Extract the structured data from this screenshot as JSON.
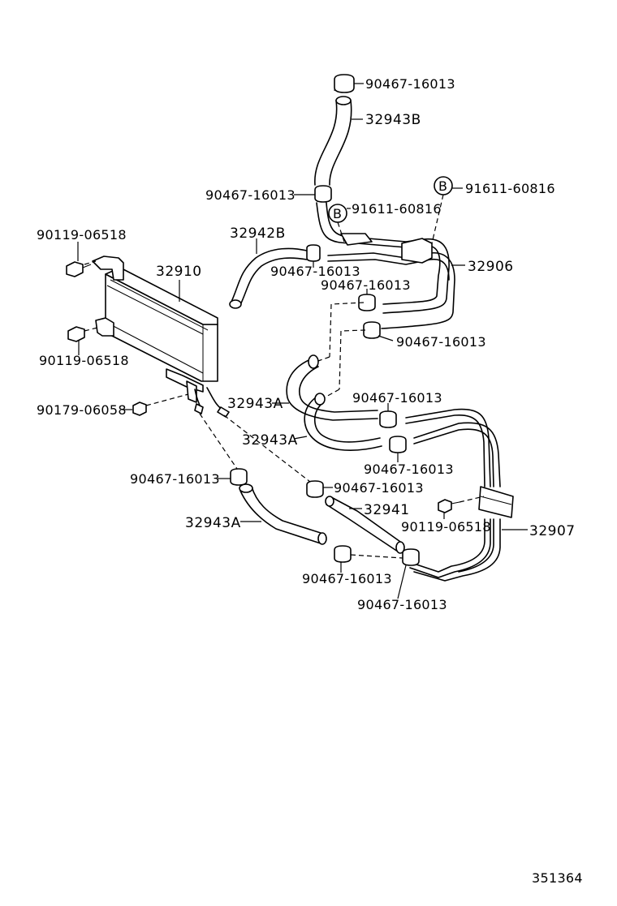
{
  "labels": {
    "clamp_top": "90467-16013",
    "hose_32943B": "32943B",
    "clamp_32943B_bottom": "90467-16013",
    "bolt_B_right": "91611-60816",
    "bolt_B_left": "91611-60816",
    "bolt_B_letter": "B",
    "hose_32942B": "32942B",
    "clamp_32942B": "90467-16013",
    "pipe_32906": "32906",
    "clamp_upper_mid": "90467-16013",
    "clamp_right_mid": "90467-16013",
    "bolt_upper_left": "90119-06518",
    "cooler_32910": "32910",
    "bolt_lower_left": "90119-06518",
    "plug_90179": "90179-06058",
    "hose_32943A_1": "32943A",
    "clamp_center": "90467-16013",
    "hose_32943A_2": "32943A",
    "clamp_center_low": "90467-16013",
    "clamp_left": "90467-16013",
    "clamp_mid_low": "90467-16013",
    "hose_32941": "32941",
    "bolt_right": "90119-06518",
    "pipe_32907": "32907",
    "hose_32943A_3": "32943A",
    "clamp_bottom_1": "90467-16013",
    "clamp_bottom_2": "90467-16013",
    "figure_number": "351364"
  }
}
